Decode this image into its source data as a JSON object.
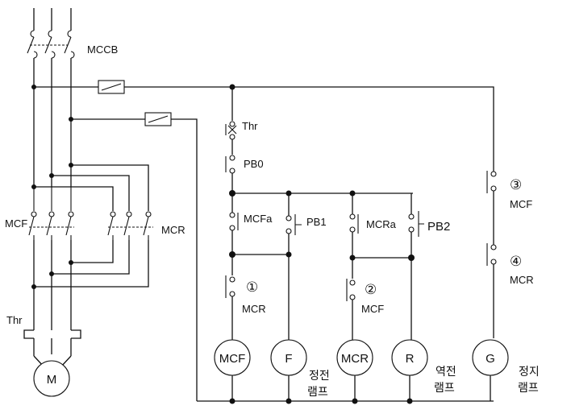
{
  "breaker": {
    "label": "MCCB"
  },
  "power_contactors": {
    "forward": "MCF",
    "reverse": "MCR"
  },
  "motor_overload": {
    "label": "Thr"
  },
  "motor": {
    "label": "M"
  },
  "control_contacts": {
    "overload": "Thr",
    "stop_button": "PB0",
    "forward_hold": "MCFa",
    "forward_button": "PB1",
    "reverse_hold": "MCRa",
    "reverse_button": "PB2",
    "forward_interlock": {
      "number": "①",
      "label": "MCR"
    },
    "reverse_interlock": {
      "number": "②",
      "label": "MCF"
    },
    "stop_lamp_contact_1": {
      "number": "③",
      "label": "MCF"
    },
    "stop_lamp_contact_2": {
      "number": "④",
      "label": "MCR"
    }
  },
  "loads": [
    {
      "label": "MCF"
    },
    {
      "label": "F",
      "caption_line1": "정전",
      "caption_line2": "램프"
    },
    {
      "label": "MCR"
    },
    {
      "label": "R",
      "caption_line1": "역전",
      "caption_line2": "램프"
    },
    {
      "label": "G",
      "caption_line1": "정지",
      "caption_line2": "램프"
    }
  ]
}
